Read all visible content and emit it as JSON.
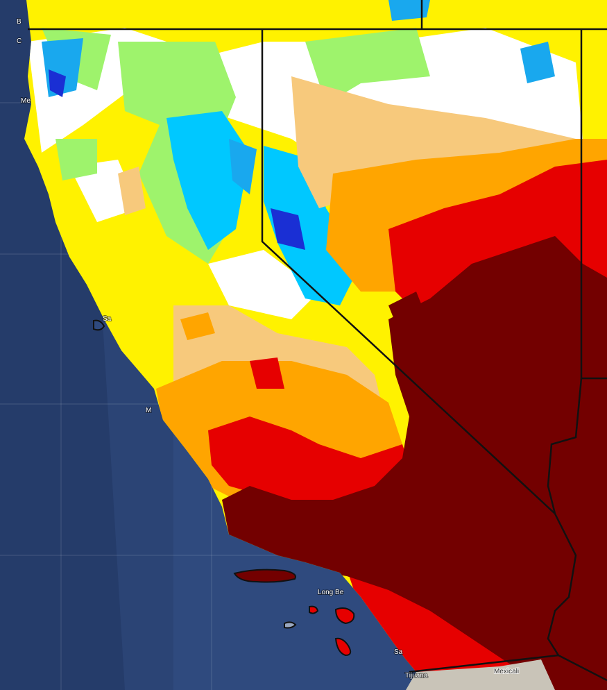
{
  "map": {
    "place_labels": {
      "long_beach": "Long Be",
      "tijuana": "Tijuana",
      "mexicali": "Mexicali",
      "san_diego_fragment": "Sa",
      "fragment_b": "B",
      "fragment_c": "C",
      "fragment_me": "Me",
      "fragment_sa": "Sa",
      "fragment_m": "M"
    },
    "colors": {
      "ocean": "#2f4a7e",
      "very_wet": "#1a2fd4",
      "wet_cyan": "#00c8ff",
      "wet_blue": "#19a8ee",
      "moist_green": "#9ef36c",
      "near_normal": "#ffffff",
      "dry_yellow": "#fff200",
      "dry_tan": "#f7c97c",
      "dry_orange": "#ffa500",
      "very_dry_red": "#e60000",
      "extreme_dry_maroon": "#730000",
      "boundary": "#111111"
    }
  }
}
